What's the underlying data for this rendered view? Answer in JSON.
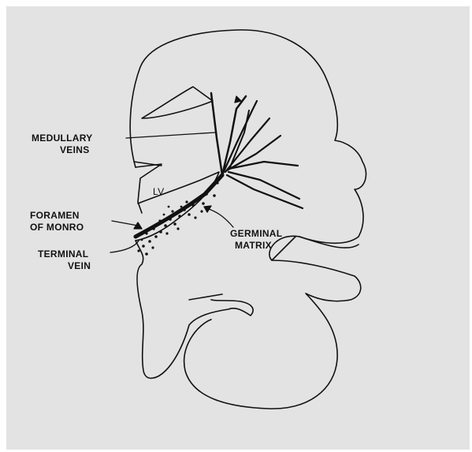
{
  "labels": {
    "medullary_veins": [
      "MEDULLARY",
      "VEINS"
    ],
    "lv": "LV",
    "foramen_of_monro": [
      "FORAMEN",
      "OF MONRO"
    ],
    "terminal_vein": [
      "TERMINAL",
      "VEIN"
    ],
    "germinal_matrix": [
      "GERMINAL",
      "MATRIX"
    ]
  },
  "colors": {
    "background": "#e3e3e3",
    "ink": "#111111"
  }
}
